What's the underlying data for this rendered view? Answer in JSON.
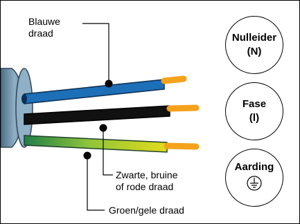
{
  "labels": {
    "blue_wire": [
      "Blauwe",
      "draad"
    ],
    "black_wire": [
      "Zwarte, bruine",
      "of rode draad"
    ],
    "green_wire": "Groen/gele draad"
  },
  "badges": {
    "neutral": {
      "title": "Nulleider",
      "symbol": "(N)"
    },
    "phase": {
      "title": "Fase",
      "symbol": "(l)"
    },
    "earth": {
      "title": "Aarding",
      "symbol_icon": "earth-ground-icon"
    }
  },
  "colors": {
    "blue_wire": "#1d6fb8",
    "black_wire": "#111111",
    "green_wire": "#c8d419",
    "copper": "#f4a21c",
    "cable_sheath": "#6f8fa6"
  }
}
